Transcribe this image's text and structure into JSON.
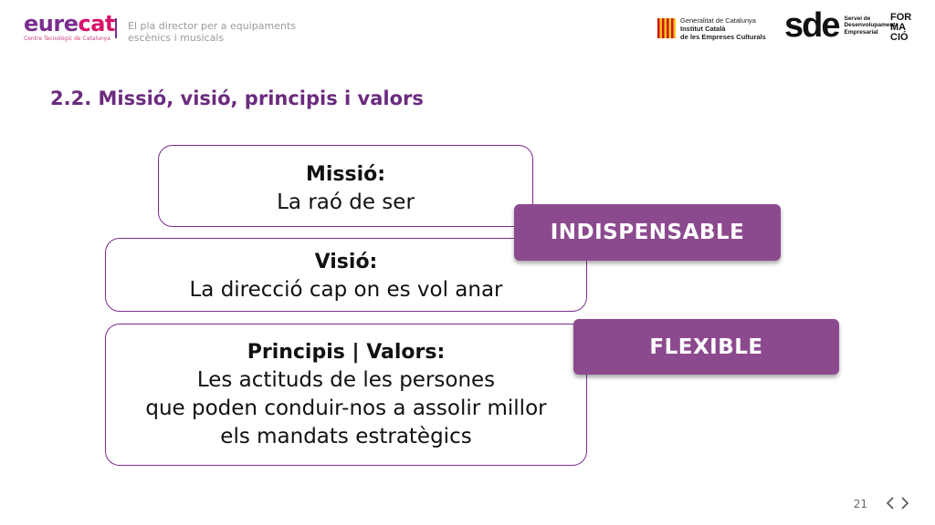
{
  "header": {
    "logo_eurecat": {
      "brand_part1": "eure",
      "brand_part2": "cat",
      "tagline": "Centre Tecnològic de Catalunya"
    },
    "subtitle_line1": "El pla director per a equipaments",
    "subtitle_line2": "escènics i musicals",
    "logo_gencat": {
      "line1": "Generalitat de Catalunya",
      "line2": "Institut Català",
      "line3": "de les Empreses Culturals"
    },
    "logo_sde": {
      "mark": "sde",
      "line1": "Servei de",
      "line2": "Desenvolupament",
      "line3": "Empresarial"
    },
    "logo_formacio": {
      "line1": "FOR",
      "line2": "MA",
      "line3": "CIÓ"
    }
  },
  "section_title": "2.2. Missió, visió, principis i valors",
  "boxes": {
    "missio": {
      "heading": "Missió:",
      "lines": [
        "La raó de ser"
      ]
    },
    "visio": {
      "heading": "Visió:",
      "lines": [
        "La direcció cap on es vol anar"
      ]
    },
    "principis": {
      "heading": "Principis | Valors:",
      "lines": [
        "Les actituds de les persones",
        "que poden conduir-nos a assolir millor",
        "els mandats estratègics"
      ]
    }
  },
  "tags": {
    "indispensable": "INDISPENSABLE",
    "flexible": "FLEXIBLE"
  },
  "footer": {
    "page_number": "21",
    "prev_icon": "chevron-left-icon",
    "next_icon": "chevron-right-icon"
  },
  "colors": {
    "brand_purple": "#7a2e8e",
    "tag_purple": "#8c4a8e",
    "title_purple": "#6b2b7e",
    "eurecat_pink": "#d8116a"
  }
}
